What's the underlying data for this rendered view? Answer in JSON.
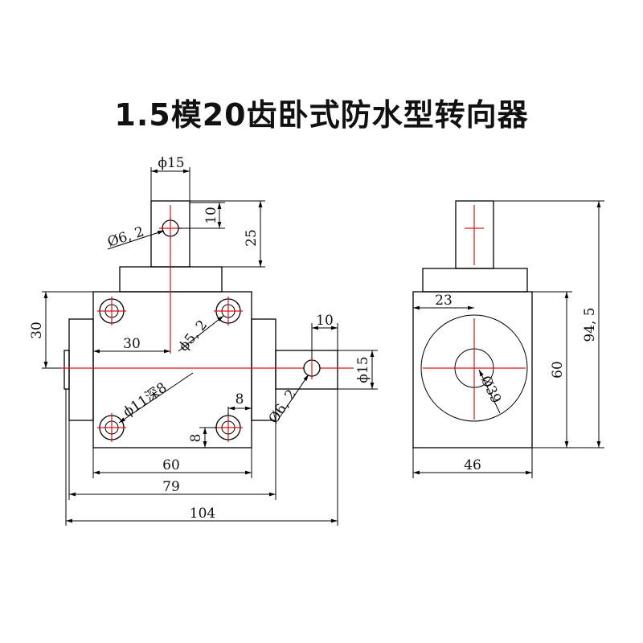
{
  "title": "1.5模20齿卧式防水型转向器",
  "colors": {
    "line": "#000000",
    "centerline": "#e0101a"
  },
  "front_view": {
    "dims": {
      "top_shaft_dia": "ϕ15",
      "top_shaft_hole": "Ø6, 2",
      "top_hole_offset": "10",
      "top_shaft_length": "25",
      "left_height": "30",
      "mid_width": "30",
      "bolt_hole": "ϕ5, 2",
      "center_hole": "ϕ11深8",
      "right_shaft_length": "10",
      "right_shaft_dia": "ϕ15",
      "right_shaft_hole": "Ø6, 2",
      "bolt_offset_x": "8",
      "bolt_offset_y": "8",
      "body_width": "60",
      "overall_79": "79",
      "overall_104": "104"
    }
  },
  "side_view": {
    "dims": {
      "offset_23": "23",
      "bore_dia": "Ø39",
      "body_height": "60",
      "total_height": "94, 5",
      "body_width": "46"
    }
  }
}
